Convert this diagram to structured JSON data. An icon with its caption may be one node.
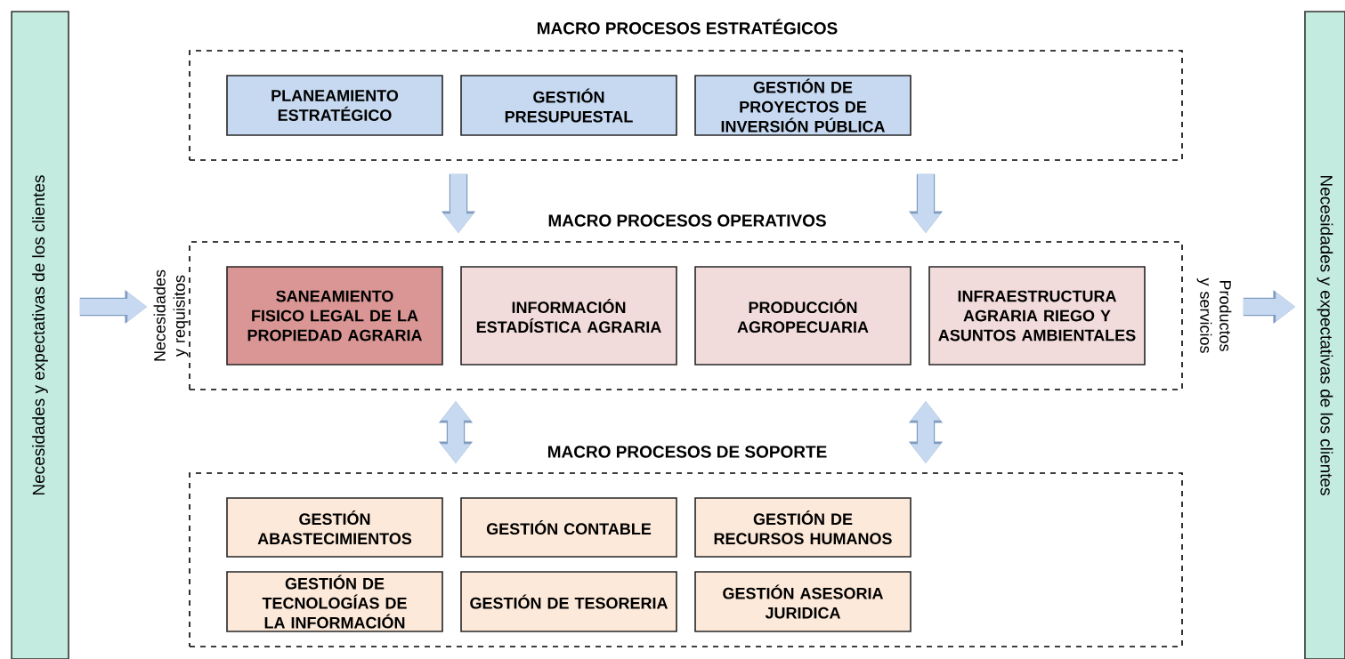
{
  "diagram": {
    "nodes": [
      {
        "text": [
          "Necesidades y expectativas de los clientes"
        ]
      },
      {
        "text": [
          "Necesidades y expectativas de los clientes"
        ]
      },
      {
        "text": [
          "MACRO PROCESOS ESTRATÉGICOS"
        ]
      },
      {
        "text": [
          "PLANEAMIENTO ESTRATÉGICO"
        ],
        "in": 2
      },
      {
        "text": [
          "GESTIÓN PRESUPUESTAL"
        ],
        "in": 2
      },
      {
        "text": [
          "GESTIÓN DE PROYECTOS DE INVERSIÓN PÚBLICA"
        ],
        "in": 2
      },
      {
        "text": [
          "MACRO PROCESOS OPERATIVOS"
        ],
        "beside": [
          "Necesidades y requisitos",
          "Productos y servicios"
        ]
      },
      {
        "text": [
          "SANEAMIENTO FISICO LEGAL DE LA PROPIEDAD AGRARIA"
        ],
        "in": 6
      },
      {
        "text": [
          "INFORMACIÓN ESTADÍSTICA AGRARIA"
        ],
        "in": 6
      },
      {
        "text": [
          "PRODUCCIÓN AGROPECUARIA"
        ],
        "in": 6
      },
      {
        "text": [
          "INFRAESTRUCTURA AGRARIA RIEGO Y ASUNTOS AMBIENTALES"
        ],
        "in": 6
      },
      {
        "text": [
          "MACRO PROCESOS DE SOPORTE"
        ]
      },
      {
        "text": [
          "GESTIÓN ABASTECIMIENTOS"
        ],
        "in": 11
      },
      {
        "text": [
          "GESTIÓN CONTABLE"
        ],
        "in": 11
      },
      {
        "text": [
          "GESTIÓN DE RECURSOS HUMANOS"
        ],
        "in": 11
      },
      {
        "text": [
          "GESTIÓN DE TECNOLOGÍAS DE LA INFORMACIÓN"
        ],
        "in": 11
      },
      {
        "text": [
          "GESTIÓN DE TESORERIA"
        ],
        "in": 11
      },
      {
        "text": [
          "GESTIÓN ASESORIA JURIDICA"
        ],
        "in": 11
      }
    ],
    "edges": [
      {
        "from": 0,
        "to": 6,
        "arrow": "to"
      },
      {
        "from": 6,
        "to": 1,
        "arrow": "to"
      },
      {
        "from": 2,
        "to": 6,
        "arrow": "to"
      },
      {
        "from": 2,
        "to": 6,
        "arrow": "to"
      },
      {
        "from": 6,
        "to": 11,
        "arrow": "both"
      },
      {
        "from": 6,
        "to": 11,
        "arrow": "both"
      }
    ]
  }
}
